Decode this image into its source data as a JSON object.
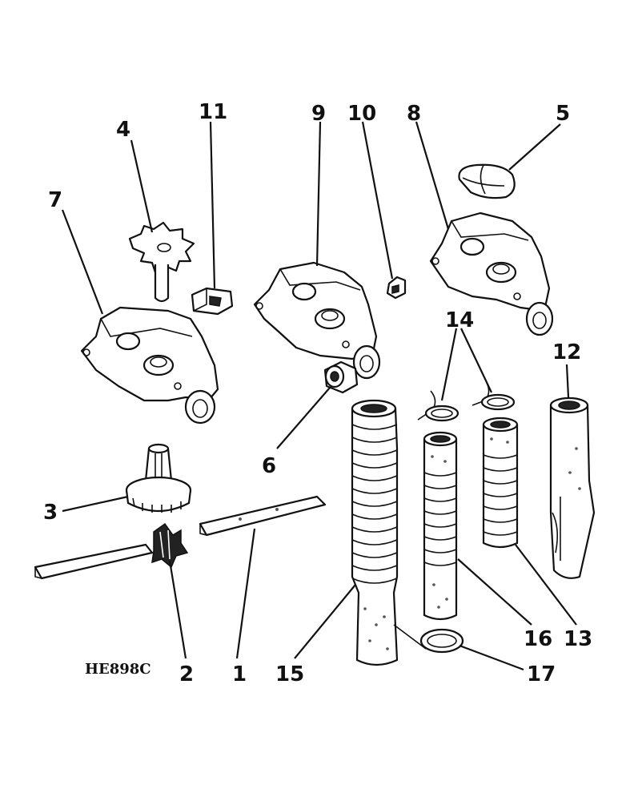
{
  "figure_code": "HE898C",
  "callouts": {
    "c1": "1",
    "c2": "2",
    "c3": "3",
    "c4": "4",
    "c5": "5",
    "c6": "6",
    "c7": "7",
    "c8": "8",
    "c9": "9",
    "c10": "10",
    "c11": "11",
    "c12": "12",
    "c13": "13",
    "c14": "14",
    "c15": "15",
    "c16": "16",
    "c17": "17"
  },
  "colors": {
    "ink": "#111111",
    "paper": "#ffffff"
  }
}
